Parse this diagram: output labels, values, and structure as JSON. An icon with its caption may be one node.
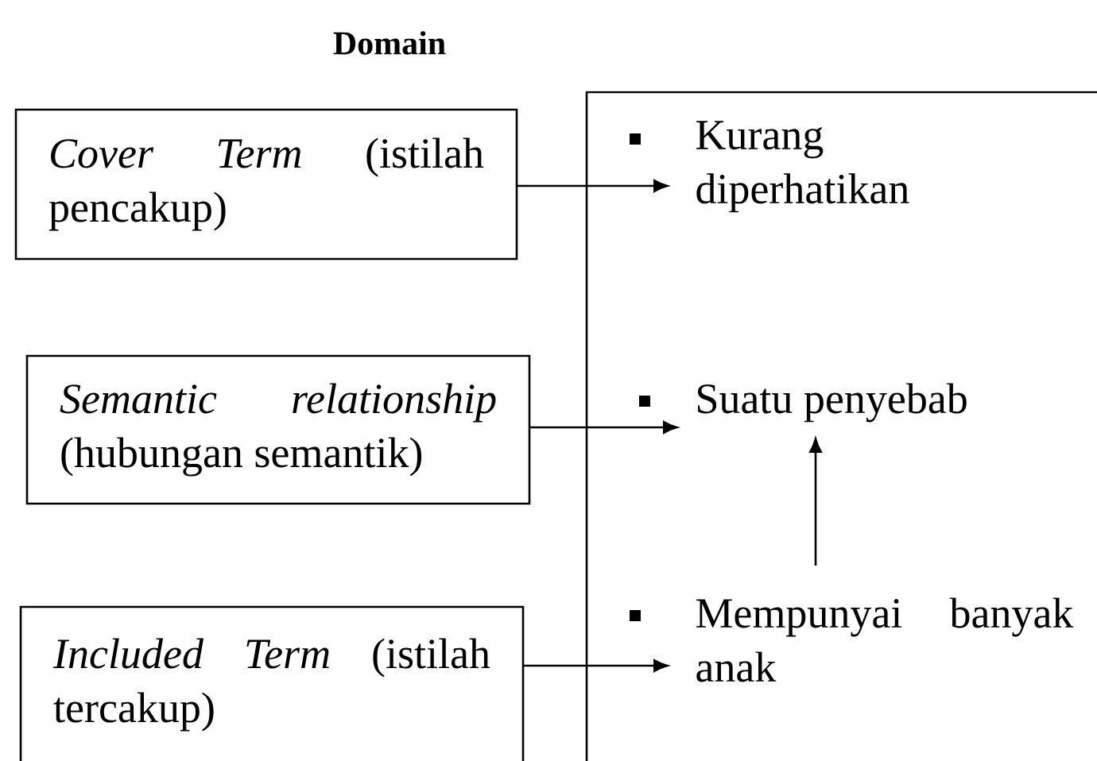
{
  "diagram": {
    "title": "Domain",
    "nodes": [
      {
        "text": [
          "*Cover Term* (istilah pencakup)"
        ]
      },
      {
        "text": [],
        "shape": "box"
      },
      {
        "text": [
          "Kurang diperhatikan"
        ],
        "in": 1
      },
      {
        "text": [
          "*Semantic relationship* (hubungan semantik)"
        ]
      },
      {
        "text": [
          "Suatu penyebab"
        ],
        "in": 1
      },
      {
        "text": [
          "*Included Term* (istilah tercakup)"
        ]
      },
      {
        "text": [
          "Mempunyai banyak anak"
        ],
        "in": 1
      }
    ],
    "edges": [
      {
        "from": 0,
        "to": 2,
        "arrow": "to"
      },
      {
        "from": 3,
        "to": 4,
        "arrow": "to"
      },
      {
        "from": 6,
        "to": 4,
        "arrow": "to"
      },
      {
        "from": 5,
        "to": 6,
        "arrow": "to"
      }
    ]
  }
}
